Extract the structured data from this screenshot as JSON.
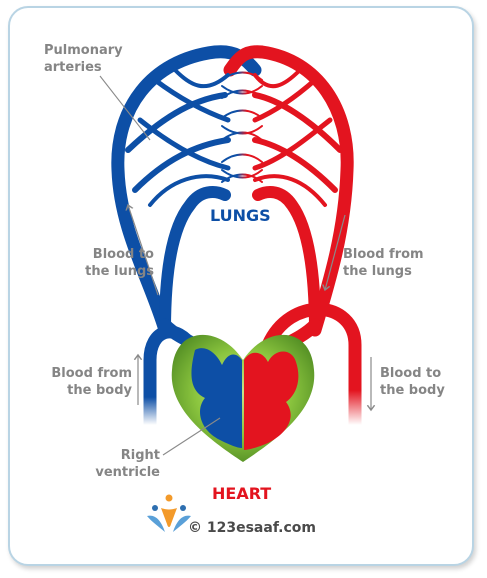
{
  "labels": {
    "pulmonary_arteries": "Pulmonary\narteries",
    "blood_to_lungs": "Blood to\nthe lungs",
    "blood_from_lungs": "Blood from\nthe lungs",
    "blood_from_body": "Blood from\nthe body",
    "blood_to_body": "Blood to\nthe body",
    "right_ventricle": "Right\nventricle"
  },
  "titles": {
    "lungs": "LUNGS",
    "heart": "HEART"
  },
  "credit": "© 123esaaf.com",
  "colors": {
    "blue": "#0d4fa6",
    "red": "#e3141f",
    "heart_green": "#8cc63f",
    "label_gray": "#858585",
    "lungs_title": "#0d4fa6",
    "heart_title": "#e3141f"
  }
}
